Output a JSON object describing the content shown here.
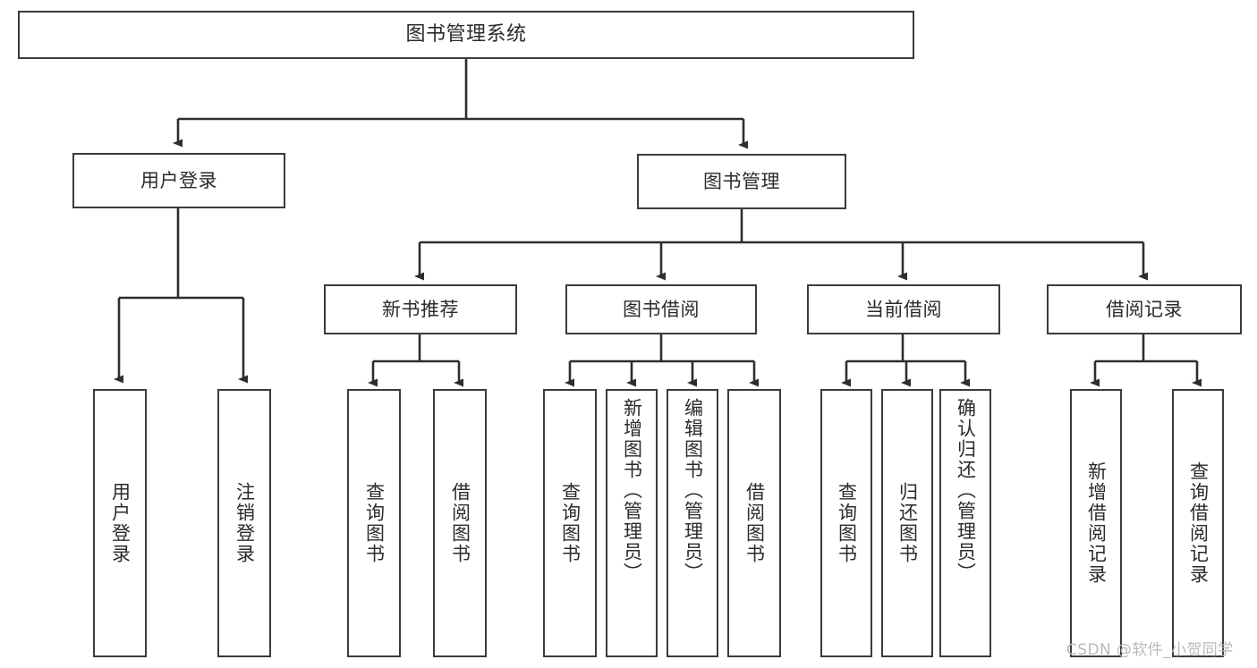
{
  "diagram": {
    "type": "tree",
    "title": "图书管理系统",
    "watermark": "CSDN @软件_小贺同学",
    "root": {
      "label": "图书管理系统"
    },
    "level2": [
      {
        "label": "用户登录"
      },
      {
        "label": "图书管理"
      }
    ],
    "level3": [
      {
        "label": "新书推荐"
      },
      {
        "label": "图书借阅"
      },
      {
        "label": "当前借阅"
      },
      {
        "label": "借阅记录"
      }
    ],
    "leaves": {
      "user_login": [
        {
          "label": "用户登录"
        },
        {
          "label": "注销登录"
        }
      ],
      "new_book_recommend": [
        {
          "label": "查询图书"
        },
        {
          "label": "借阅图书"
        }
      ],
      "book_borrow": [
        {
          "label": "查询图书"
        },
        {
          "label": "新增图书（管理员）"
        },
        {
          "label": "编辑图书（管理员）"
        },
        {
          "label": "借阅图书"
        }
      ],
      "current_borrow": [
        {
          "label": "查询图书"
        },
        {
          "label": "归还图书"
        },
        {
          "label": "确认归还（管理员）"
        }
      ],
      "borrow_records": [
        {
          "label": "新增借阅记录"
        },
        {
          "label": "查询借阅记录"
        }
      ]
    },
    "colors": {
      "stroke": "#3b3b3b",
      "text": "#2b2b2b",
      "background": "#ffffff",
      "watermark": "#b9b9b9"
    }
  }
}
